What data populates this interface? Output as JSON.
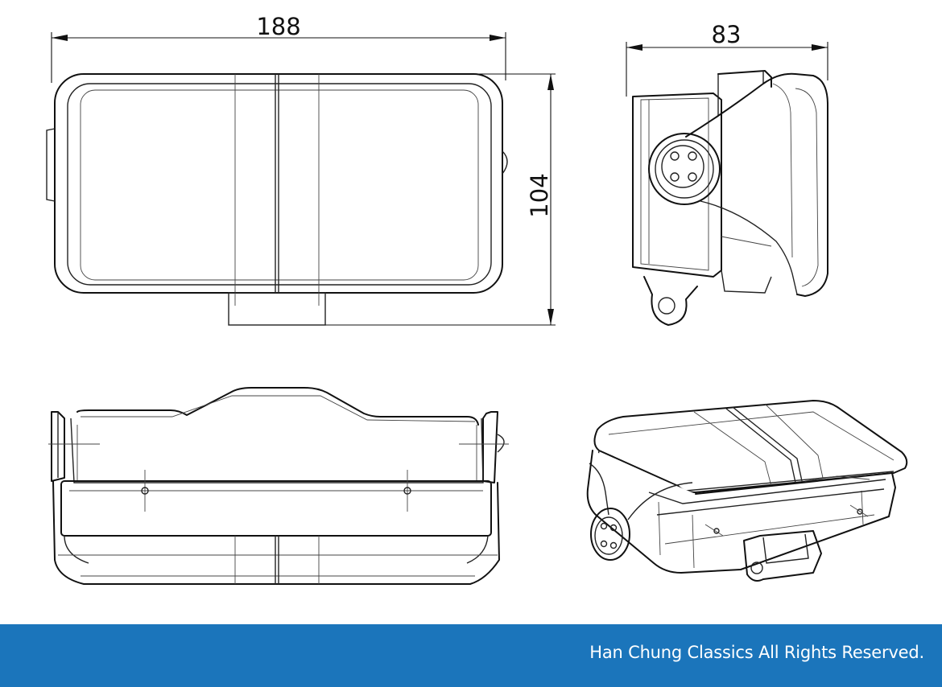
{
  "dimensions": {
    "width": "188",
    "depth": "83",
    "height": "104"
  },
  "footer": {
    "text": "Han Chung Classics All Rights Reserved."
  },
  "colors": {
    "footer_band": "#1b75bb",
    "footer_text": "#ffffff",
    "line": "#111111",
    "background": "#ffffff"
  }
}
